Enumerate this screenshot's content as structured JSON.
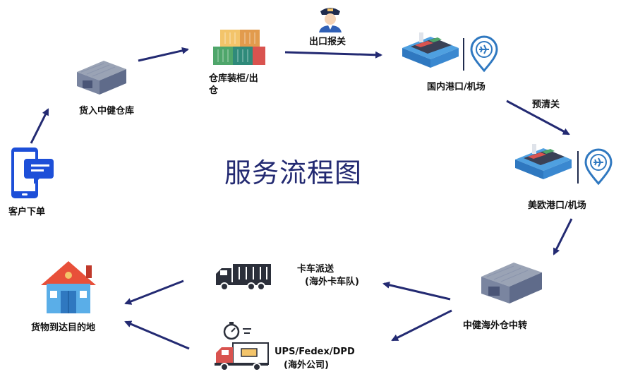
{
  "title": "服务流程图",
  "steps": {
    "order": "客户下单",
    "warehouse_in": "货入中健仓库",
    "container_line1": "仓库装柜/出",
    "container_line2": "仓",
    "export_customs": "出口报关",
    "domestic_port": "国内港口/机场",
    "pre_clearance": "预清关",
    "us_eu_port": "美欧港口/机场",
    "overseas_transfer": "中健海外仓中转",
    "truck_line1": "卡车派送",
    "truck_line2": "(海外卡车队)",
    "express_line1": "UPS/Fedex/DPD",
    "express_line2": "(海外公司)",
    "destination": "货物到达目的地"
  },
  "colors": {
    "arrow": "#232a72",
    "accent_blue": "#1d4fd8",
    "box_yellow": "#f3c46a"
  },
  "icons": {
    "order": "phone-chat-icon",
    "warehouse": "warehouse-icon",
    "containers": "containers-icon",
    "officer": "customs-officer-icon",
    "ship": "cargo-ship-icon",
    "airport": "airport-pin-icon",
    "truck": "truck-icon",
    "delivery": "delivery-van-icon",
    "house": "house-icon"
  }
}
